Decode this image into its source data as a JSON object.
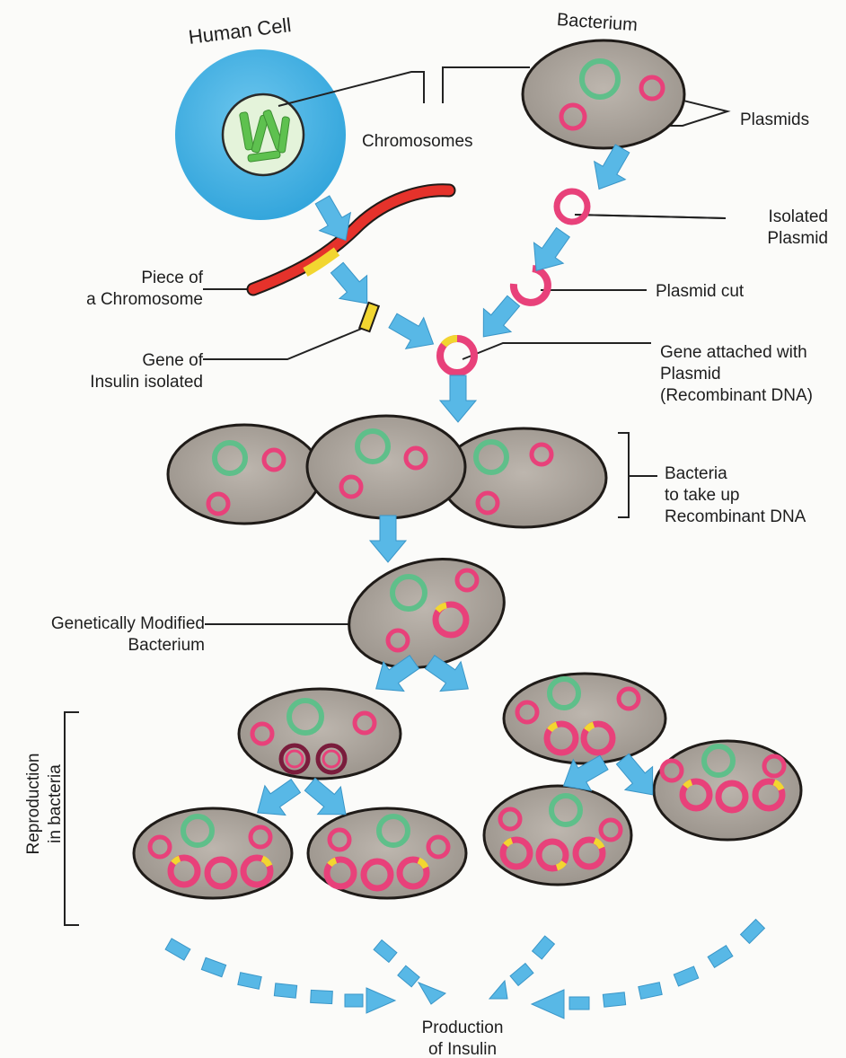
{
  "labels": {
    "human_cell": "Human Cell",
    "bacterium": "Bacterium",
    "chromosomes": "Chromosomes",
    "plasmids": "Plasmids",
    "isolated_plasmid": [
      "Isolated",
      "Plasmid"
    ],
    "piece_of_chromosome": [
      "Piece of",
      "a Chromosome"
    ],
    "plasmid_cut": "Plasmid cut",
    "gene_of_insulin": [
      "Gene of",
      "Insulin isolated"
    ],
    "recombinant": [
      "Gene attached with",
      "Plasmid",
      "(Recombinant DNA)"
    ],
    "bacteria_take_up": [
      "Bacteria",
      "to take up",
      "Recombinant DNA"
    ],
    "gm_bacterium": [
      "Genetically Modified",
      "Bacterium"
    ],
    "reproduction": [
      "Reproduction",
      "in bacteria"
    ],
    "production": [
      "Production",
      "of Insulin"
    ]
  },
  "colors": {
    "cell_blue": "#44aee0",
    "nucleus": "#e4f3da",
    "chromosome_green": "#5ec14f",
    "bacterium_fill": "#a8a19a",
    "bacterium_border": "#1f1b18",
    "plasmid_green": "#5fbf8a",
    "plasmid_pink": "#e8417a",
    "insulin_gene_yellow": "#f2d630",
    "dna_red": "#e5322b",
    "arrow_blue": "#58b8e6",
    "dark_ring": "#7a1c3c"
  }
}
